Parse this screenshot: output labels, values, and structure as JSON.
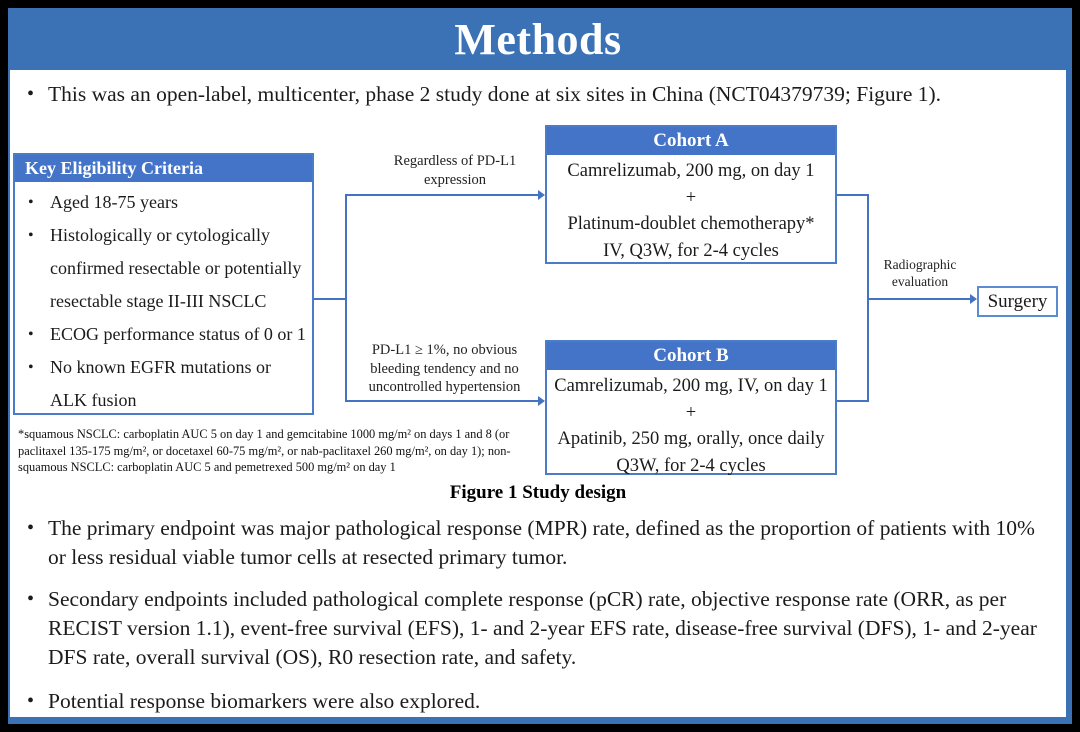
{
  "title": "Methods",
  "intro_bullet": "This was an open-label, multicenter, phase 2 study done at six sites in China (NCT04379739; Figure 1).",
  "figure": {
    "eligibility": {
      "header": "Key Eligibility Criteria",
      "items": [
        "Aged 18-75 years",
        "Histologically or cytologically confirmed resectable or potentially resectable stage II-III NSCLC",
        "ECOG performance status of 0 or 1",
        "No known EGFR mutations or ALK fusion"
      ]
    },
    "branch_labels": {
      "top": "Regardless of PD-L1 expression",
      "bottom": "PD-L1 ≥ 1%, no obvious bleeding tendency and no uncontrolled hypertension"
    },
    "cohort_a": {
      "header": "Cohort A",
      "lines": [
        "Camrelizumab, 200 mg, on day 1",
        "+",
        "Platinum-doublet chemotherapy*",
        "IV, Q3W, for 2-4 cycles"
      ]
    },
    "cohort_b": {
      "header": "Cohort B",
      "lines": [
        "Camrelizumab, 200 mg, IV, on day 1",
        "+",
        "Apatinib, 250 mg, orally, once daily",
        "Q3W, for 2-4 cycles"
      ]
    },
    "evaluation_label": "Radiographic evaluation",
    "surgery_label": "Surgery",
    "footnote": "*squamous NSCLC: carboplatin AUC 5 on day 1 and gemcitabine 1000 mg/m² on days 1 and 8 (or paclitaxel 135-175 mg/m², or docetaxel 60-75 mg/m², or nab-paclitaxel 260 mg/m², on day 1); non-squamous NSCLC: carboplatin AUC 5 and pemetrexed 500 mg/m² on day 1",
    "caption": "Figure 1 Study design"
  },
  "endpoint_bullets": [
    "The primary endpoint was major pathological response (MPR) rate, defined as the proportion of patients with 10% or less residual viable tumor cells at resected primary tumor.",
    "Secondary endpoints included pathological complete response (pCR) rate, objective response rate (ORR, as per RECIST version 1.1), event-free survival (EFS), 1- and 2-year EFS rate, disease-free survival (DFS), 1- and 2-year DFS rate, overall survival (OS), R0 resection rate, and safety.",
    "Potential response biomarkers were also explored."
  ],
  "colors": {
    "banner_blue": "#3a72b5",
    "header_blue": "#4374c8",
    "border_blue": "#4a7cc9",
    "line_blue": "#4473c4"
  }
}
